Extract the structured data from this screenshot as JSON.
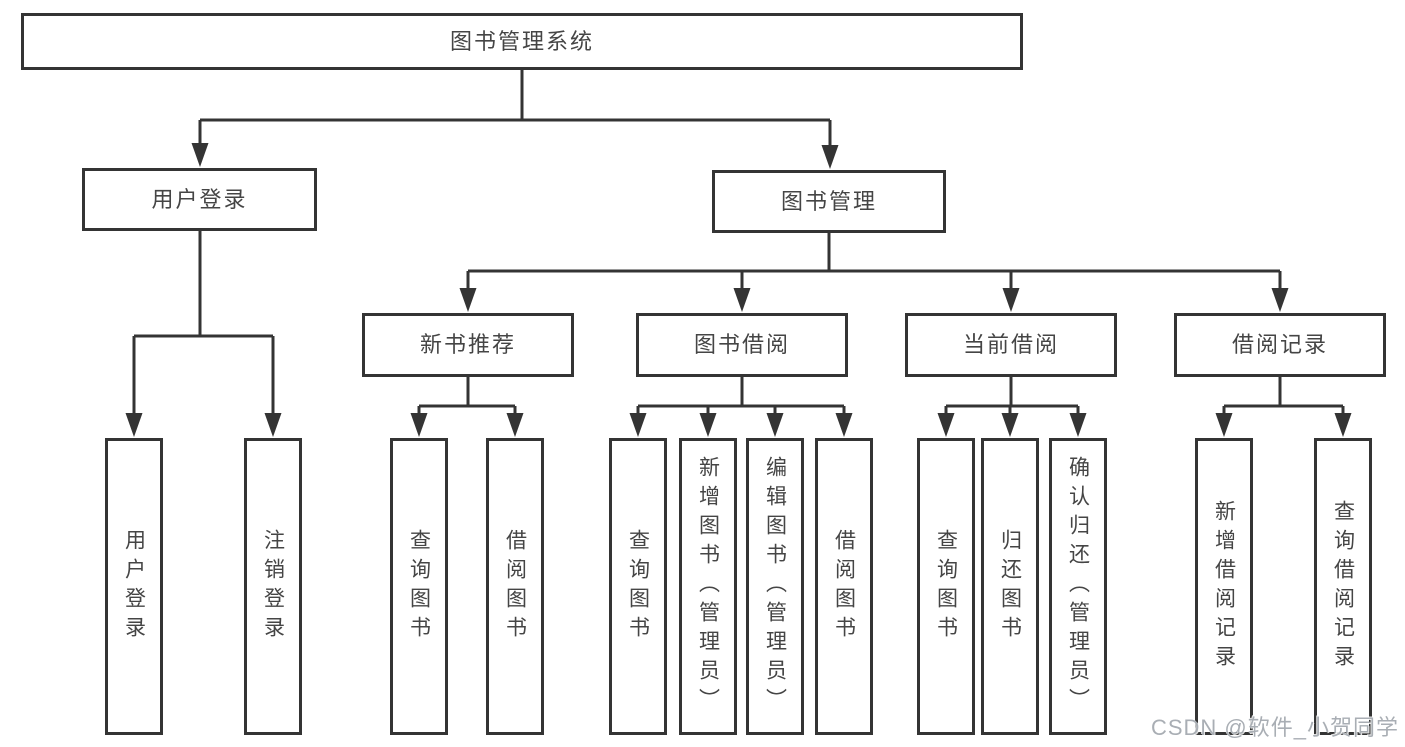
{
  "tree": {
    "root": {
      "label": "图书管理系统"
    },
    "level2": [
      {
        "label": "用户登录"
      },
      {
        "label": "图书管理"
      }
    ],
    "level3": [
      {
        "label": "新书推荐",
        "parent": "图书管理"
      },
      {
        "label": "图书借阅",
        "parent": "图书管理"
      },
      {
        "label": "当前借阅",
        "parent": "图书管理"
      },
      {
        "label": "借阅记录",
        "parent": "图书管理"
      }
    ],
    "leaves": [
      {
        "label": "用户登录",
        "parent": "用户登录"
      },
      {
        "label": "注销登录",
        "parent": "用户登录"
      },
      {
        "label": "查询图书",
        "parent": "新书推荐"
      },
      {
        "label": "借阅图书",
        "parent": "新书推荐"
      },
      {
        "label": "查询图书",
        "parent": "图书借阅"
      },
      {
        "label": "新增图书（管理员）",
        "parent": "图书借阅"
      },
      {
        "label": "编辑图书（管理员）",
        "parent": "图书借阅"
      },
      {
        "label": "借阅图书",
        "parent": "图书借阅"
      },
      {
        "label": "查询图书",
        "parent": "当前借阅"
      },
      {
        "label": "归还图书",
        "parent": "当前借阅"
      },
      {
        "label": "确认归还（管理员）",
        "parent": "当前借阅"
      },
      {
        "label": "新增借阅记录",
        "parent": "借阅记录"
      },
      {
        "label": "查询借阅记录",
        "parent": "借阅记录"
      }
    ]
  },
  "watermark": "CSDN @软件_小贺同学",
  "colors": {
    "line": "#343434",
    "text": "#454545",
    "watermark": "#a9aeb4",
    "background": "#ffffff"
  }
}
